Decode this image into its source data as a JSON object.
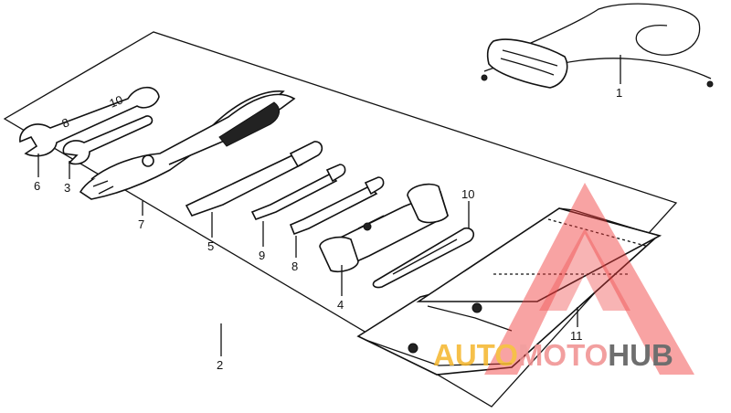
{
  "callouts": [
    {
      "id": "1",
      "text": "1"
    },
    {
      "id": "2",
      "text": "2"
    },
    {
      "id": "3",
      "text": "3"
    },
    {
      "id": "4",
      "text": "4"
    },
    {
      "id": "5",
      "text": "5"
    },
    {
      "id": "6",
      "text": "6"
    },
    {
      "id": "7",
      "text": "7"
    },
    {
      "id": "8",
      "text": "8"
    },
    {
      "id": "9",
      "text": "9"
    },
    {
      "id": "10",
      "text": "10"
    },
    {
      "id": "11",
      "text": "11"
    }
  ],
  "wrench": {
    "mark_a": "8",
    "mark_b": "10"
  },
  "watermark": {
    "part1": "AUTO",
    "part2": "MOTO",
    "part3": "HUB",
    "color_auto": "#f5b62b",
    "color_moto": "#f08f8f",
    "color_hub": "#555555",
    "triangle_color": "#ee3b3b"
  }
}
